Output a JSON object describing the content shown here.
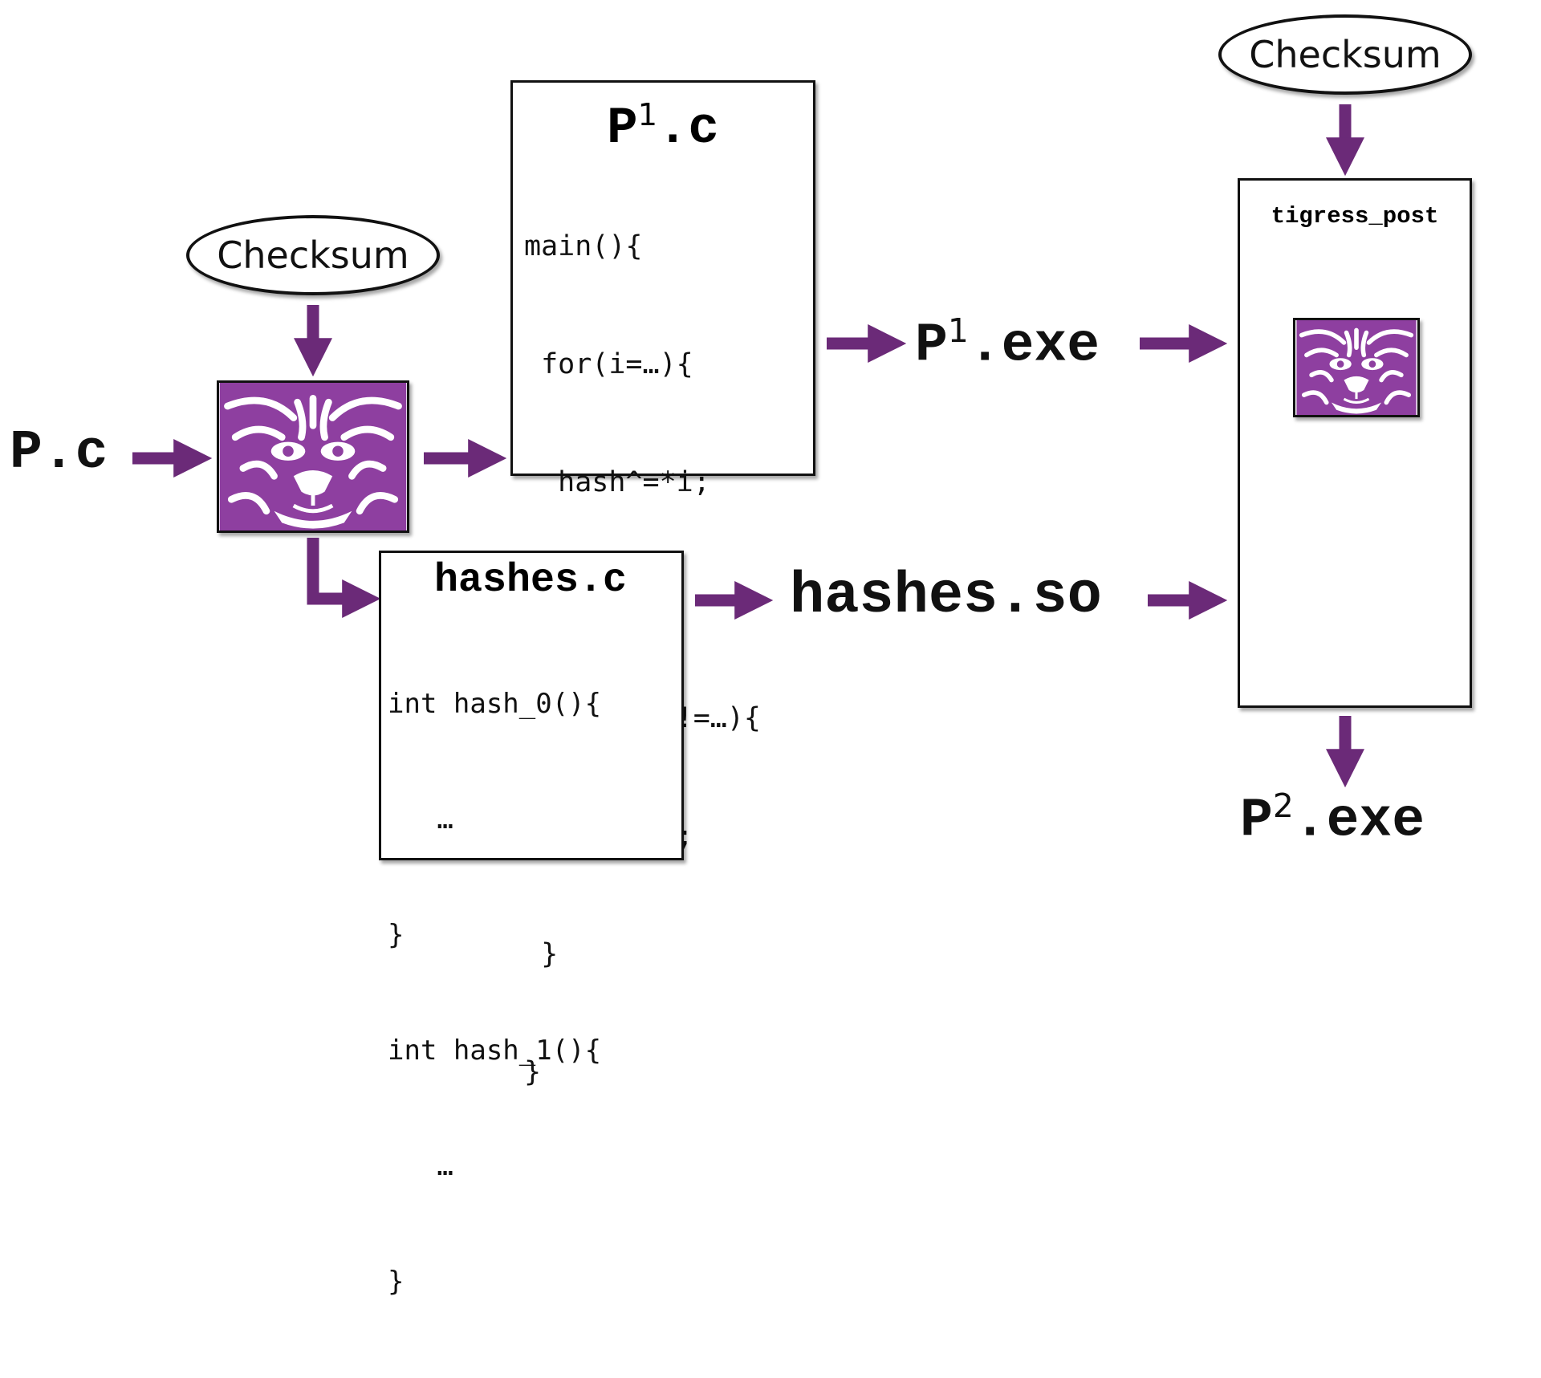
{
  "colors": {
    "accent": "#6b2a78",
    "tiger": "#8e3fa0"
  },
  "labels": {
    "p_c": "P.c",
    "p1_exe_base": "P",
    "p1_exe_sup": "1",
    "p1_exe_suffix": ".exe",
    "hashes_so": "hashes.so",
    "p2_exe_base": "P",
    "p2_exe_sup": "2",
    "p2_exe_suffix": ".exe"
  },
  "ovals": {
    "left": "Checksum",
    "right": "Checksum"
  },
  "p1_box": {
    "title_base": "P",
    "title_sup": "1",
    "title_suffix": ".c",
    "code": [
      "main(){",
      " for(i=…){",
      "  hash^=*i;",
      " }",
      " if (hash!=…){",
      "  abort();",
      " }",
      "}"
    ]
  },
  "hashes_box": {
    "title": "hashes.c",
    "code": [
      "int hash_0(){",
      "   …",
      "}",
      "int hash_1(){",
      "   …",
      "}"
    ]
  },
  "tigress_post_box": {
    "title": "tigress_post"
  },
  "icons": {
    "tiger_main": "tiger-logo-icon",
    "tiger_small": "tiger-logo-icon"
  }
}
